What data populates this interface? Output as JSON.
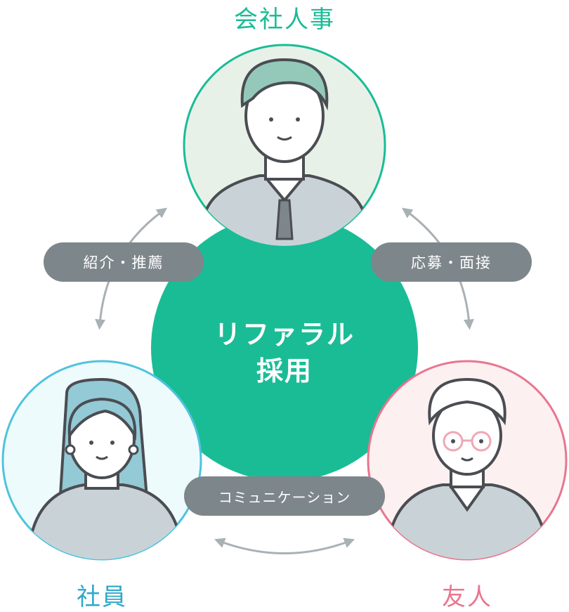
{
  "title_top": "会社人事",
  "title_left": "社員",
  "title_right": "友人",
  "center": {
    "line1": "リファラル",
    "line2": "採用"
  },
  "pills": {
    "left": "紹介・推薦",
    "right": "応募・面接",
    "bottom": "コミュニケーション"
  },
  "colors": {
    "green": "#1abc96",
    "blue": "#3fb5d3",
    "pink": "#e8768f",
    "gray": "#7d868b"
  }
}
